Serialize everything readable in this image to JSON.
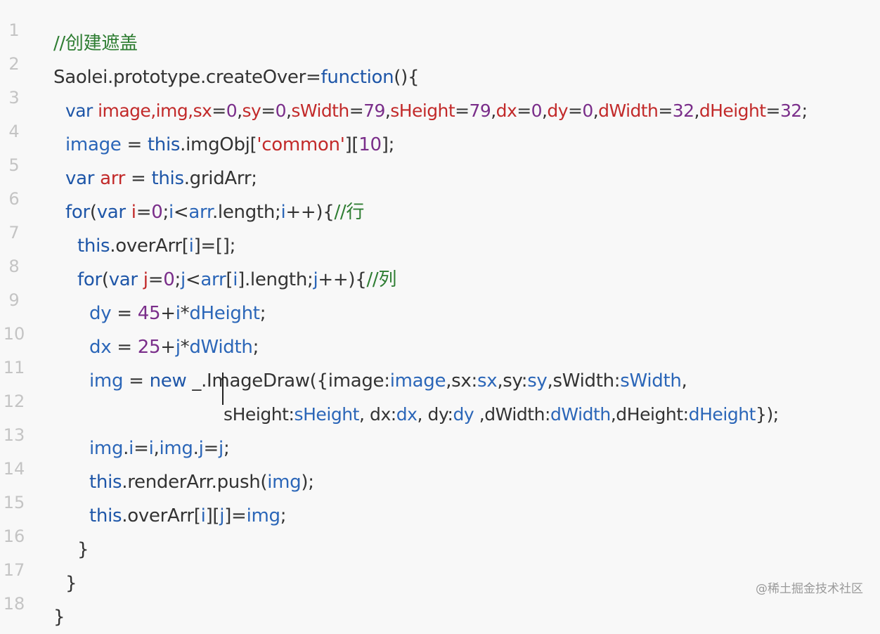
{
  "editor": {
    "lines": [
      {
        "num": "1",
        "tokens": [
          {
            "t": "//创建遮盖",
            "c": "cm"
          }
        ]
      },
      {
        "num": "2",
        "tokens": [
          {
            "t": "Saolei.prototype.createOver=",
            "c": "pl"
          },
          {
            "t": "function",
            "c": "kw"
          },
          {
            "t": "(){",
            "c": "pl"
          }
        ]
      },
      {
        "num": "3",
        "tokens": [
          {
            "t": "var ",
            "c": "kw"
          },
          {
            "t": "image,img,sx",
            "c": "var"
          },
          {
            "t": "=",
            "c": "pl"
          },
          {
            "t": "0",
            "c": "num"
          },
          {
            "t": ",",
            "c": "pl"
          },
          {
            "t": "sy",
            "c": "var"
          },
          {
            "t": "=",
            "c": "pl"
          },
          {
            "t": "0",
            "c": "num"
          },
          {
            "t": ",",
            "c": "pl"
          },
          {
            "t": "sWidth",
            "c": "var"
          },
          {
            "t": "=",
            "c": "pl"
          },
          {
            "t": "79",
            "c": "num"
          },
          {
            "t": ",",
            "c": "pl"
          },
          {
            "t": "sHeight",
            "c": "var"
          },
          {
            "t": "=",
            "c": "pl"
          },
          {
            "t": "79",
            "c": "num"
          },
          {
            "t": ",",
            "c": "pl"
          },
          {
            "t": "dx",
            "c": "var"
          },
          {
            "t": "=",
            "c": "pl"
          },
          {
            "t": "0",
            "c": "num"
          },
          {
            "t": ",",
            "c": "pl"
          },
          {
            "t": "dy",
            "c": "var"
          },
          {
            "t": "=",
            "c": "pl"
          },
          {
            "t": "0",
            "c": "num"
          },
          {
            "t": ",",
            "c": "pl"
          },
          {
            "t": "dWidth",
            "c": "var"
          },
          {
            "t": "=",
            "c": "pl"
          },
          {
            "t": "32",
            "c": "num"
          },
          {
            "t": ",",
            "c": "pl"
          },
          {
            "t": "dHeight",
            "c": "var"
          },
          {
            "t": "=",
            "c": "pl"
          },
          {
            "t": "32",
            "c": "num"
          },
          {
            "t": ";",
            "c": "pl"
          }
        ]
      },
      {
        "num": "4",
        "tokens": [
          {
            "t": "image",
            "c": "id"
          },
          {
            "t": " = ",
            "c": "pl"
          },
          {
            "t": "this",
            "c": "kw"
          },
          {
            "t": ".imgObj[",
            "c": "pl"
          },
          {
            "t": "'common'",
            "c": "str"
          },
          {
            "t": "][",
            "c": "pl"
          },
          {
            "t": "10",
            "c": "num"
          },
          {
            "t": "];",
            "c": "pl"
          }
        ]
      },
      {
        "num": "5",
        "tokens": [
          {
            "t": "var ",
            "c": "kw"
          },
          {
            "t": "arr",
            "c": "var"
          },
          {
            "t": " = ",
            "c": "pl"
          },
          {
            "t": "this",
            "c": "kw"
          },
          {
            "t": ".gridArr;",
            "c": "pl"
          }
        ]
      },
      {
        "num": "6",
        "tokens": [
          {
            "t": "for",
            "c": "kw"
          },
          {
            "t": "(",
            "c": "pl"
          },
          {
            "t": "var ",
            "c": "kw"
          },
          {
            "t": "i",
            "c": "var"
          },
          {
            "t": "=",
            "c": "pl"
          },
          {
            "t": "0",
            "c": "num"
          },
          {
            "t": ";",
            "c": "pl"
          },
          {
            "t": "i",
            "c": "id"
          },
          {
            "t": "<",
            "c": "pl"
          },
          {
            "t": "arr",
            "c": "id"
          },
          {
            "t": ".length;",
            "c": "pl"
          },
          {
            "t": "i",
            "c": "id"
          },
          {
            "t": "++){",
            "c": "pl"
          },
          {
            "t": "//行",
            "c": "cm"
          }
        ]
      },
      {
        "num": "7",
        "tokens": [
          {
            "t": "this",
            "c": "kw"
          },
          {
            "t": ".overArr[",
            "c": "pl"
          },
          {
            "t": "i",
            "c": "id"
          },
          {
            "t": "]=[];",
            "c": "pl"
          }
        ]
      },
      {
        "num": "8",
        "tokens": [
          {
            "t": "for",
            "c": "kw"
          },
          {
            "t": "(",
            "c": "pl"
          },
          {
            "t": "var ",
            "c": "kw"
          },
          {
            "t": "j",
            "c": "var"
          },
          {
            "t": "=",
            "c": "pl"
          },
          {
            "t": "0",
            "c": "num"
          },
          {
            "t": ";",
            "c": "pl"
          },
          {
            "t": "j",
            "c": "id"
          },
          {
            "t": "<",
            "c": "pl"
          },
          {
            "t": "arr",
            "c": "id"
          },
          {
            "t": "[",
            "c": "pl"
          },
          {
            "t": "i",
            "c": "id"
          },
          {
            "t": "].length;",
            "c": "pl"
          },
          {
            "t": "j",
            "c": "id"
          },
          {
            "t": "++){",
            "c": "pl"
          },
          {
            "t": "//列",
            "c": "cm"
          }
        ]
      },
      {
        "num": "9",
        "tokens": [
          {
            "t": "dy",
            "c": "id"
          },
          {
            "t": " = ",
            "c": "pl"
          },
          {
            "t": "45",
            "c": "num"
          },
          {
            "t": "+",
            "c": "pl"
          },
          {
            "t": "i",
            "c": "id"
          },
          {
            "t": "*",
            "c": "pl"
          },
          {
            "t": "dHeight",
            "c": "id"
          },
          {
            "t": ";",
            "c": "pl"
          }
        ]
      },
      {
        "num": "10",
        "tokens": [
          {
            "t": "dx",
            "c": "id"
          },
          {
            "t": " = ",
            "c": "pl"
          },
          {
            "t": "25",
            "c": "num"
          },
          {
            "t": "+",
            "c": "pl"
          },
          {
            "t": "j",
            "c": "id"
          },
          {
            "t": "*",
            "c": "pl"
          },
          {
            "t": "dWidth",
            "c": "id"
          },
          {
            "t": ";",
            "c": "pl"
          }
        ]
      },
      {
        "num": "11",
        "tokens": [
          {
            "t": "img",
            "c": "id"
          },
          {
            "t": " = ",
            "c": "pl"
          },
          {
            "t": "new",
            "c": "kw"
          },
          {
            "t": " _.ImageDraw({image:",
            "c": "pl"
          },
          {
            "t": "image",
            "c": "id"
          },
          {
            "t": ",sx:",
            "c": "pl"
          },
          {
            "t": "sx",
            "c": "id"
          },
          {
            "t": ",sy:",
            "c": "pl"
          },
          {
            "t": "sy",
            "c": "id"
          },
          {
            "t": ",sWidth:",
            "c": "pl"
          },
          {
            "t": "sWidth",
            "c": "id"
          },
          {
            "t": ",",
            "c": "pl"
          }
        ]
      },
      {
        "num": "12",
        "tokens": [
          {
            "t": "sHeight:",
            "c": "pl"
          },
          {
            "t": "sHeight",
            "c": "id"
          },
          {
            "t": ", dx:",
            "c": "pl"
          },
          {
            "t": "dx",
            "c": "id"
          },
          {
            "t": ", dy:",
            "c": "pl"
          },
          {
            "t": "dy",
            "c": "id"
          },
          {
            "t": " ,dWidth:",
            "c": "pl"
          },
          {
            "t": "dWidth",
            "c": "id"
          },
          {
            "t": ",dHeight:",
            "c": "pl"
          },
          {
            "t": "dHeight",
            "c": "id"
          },
          {
            "t": "});",
            "c": "pl"
          }
        ]
      },
      {
        "num": "13",
        "tokens": [
          {
            "t": "img",
            "c": "id"
          },
          {
            "t": ".",
            "c": "pl"
          },
          {
            "t": "i",
            "c": "id"
          },
          {
            "t": "=",
            "c": "pl"
          },
          {
            "t": "i",
            "c": "id"
          },
          {
            "t": ",",
            "c": "pl"
          },
          {
            "t": "img",
            "c": "id"
          },
          {
            "t": ".",
            "c": "pl"
          },
          {
            "t": "j",
            "c": "id"
          },
          {
            "t": "=",
            "c": "pl"
          },
          {
            "t": "j",
            "c": "id"
          },
          {
            "t": ";",
            "c": "pl"
          }
        ]
      },
      {
        "num": "14",
        "tokens": [
          {
            "t": "this",
            "c": "kw"
          },
          {
            "t": ".renderArr.push(",
            "c": "pl"
          },
          {
            "t": "img",
            "c": "id"
          },
          {
            "t": ");",
            "c": "pl"
          }
        ]
      },
      {
        "num": "15",
        "tokens": [
          {
            "t": "this",
            "c": "kw"
          },
          {
            "t": ".overArr[",
            "c": "pl"
          },
          {
            "t": "i",
            "c": "id"
          },
          {
            "t": "][",
            "c": "pl"
          },
          {
            "t": "j",
            "c": "id"
          },
          {
            "t": "]=",
            "c": "pl"
          },
          {
            "t": "img",
            "c": "id"
          },
          {
            "t": ";",
            "c": "pl"
          }
        ]
      },
      {
        "num": "16",
        "tokens": [
          {
            "t": "}",
            "c": "pl"
          }
        ]
      },
      {
        "num": "17",
        "tokens": [
          {
            "t": "}",
            "c": "pl"
          }
        ]
      },
      {
        "num": "18",
        "tokens": [
          {
            "t": "}",
            "c": "pl"
          }
        ]
      }
    ]
  },
  "watermark": "@稀土掘金技术社区"
}
